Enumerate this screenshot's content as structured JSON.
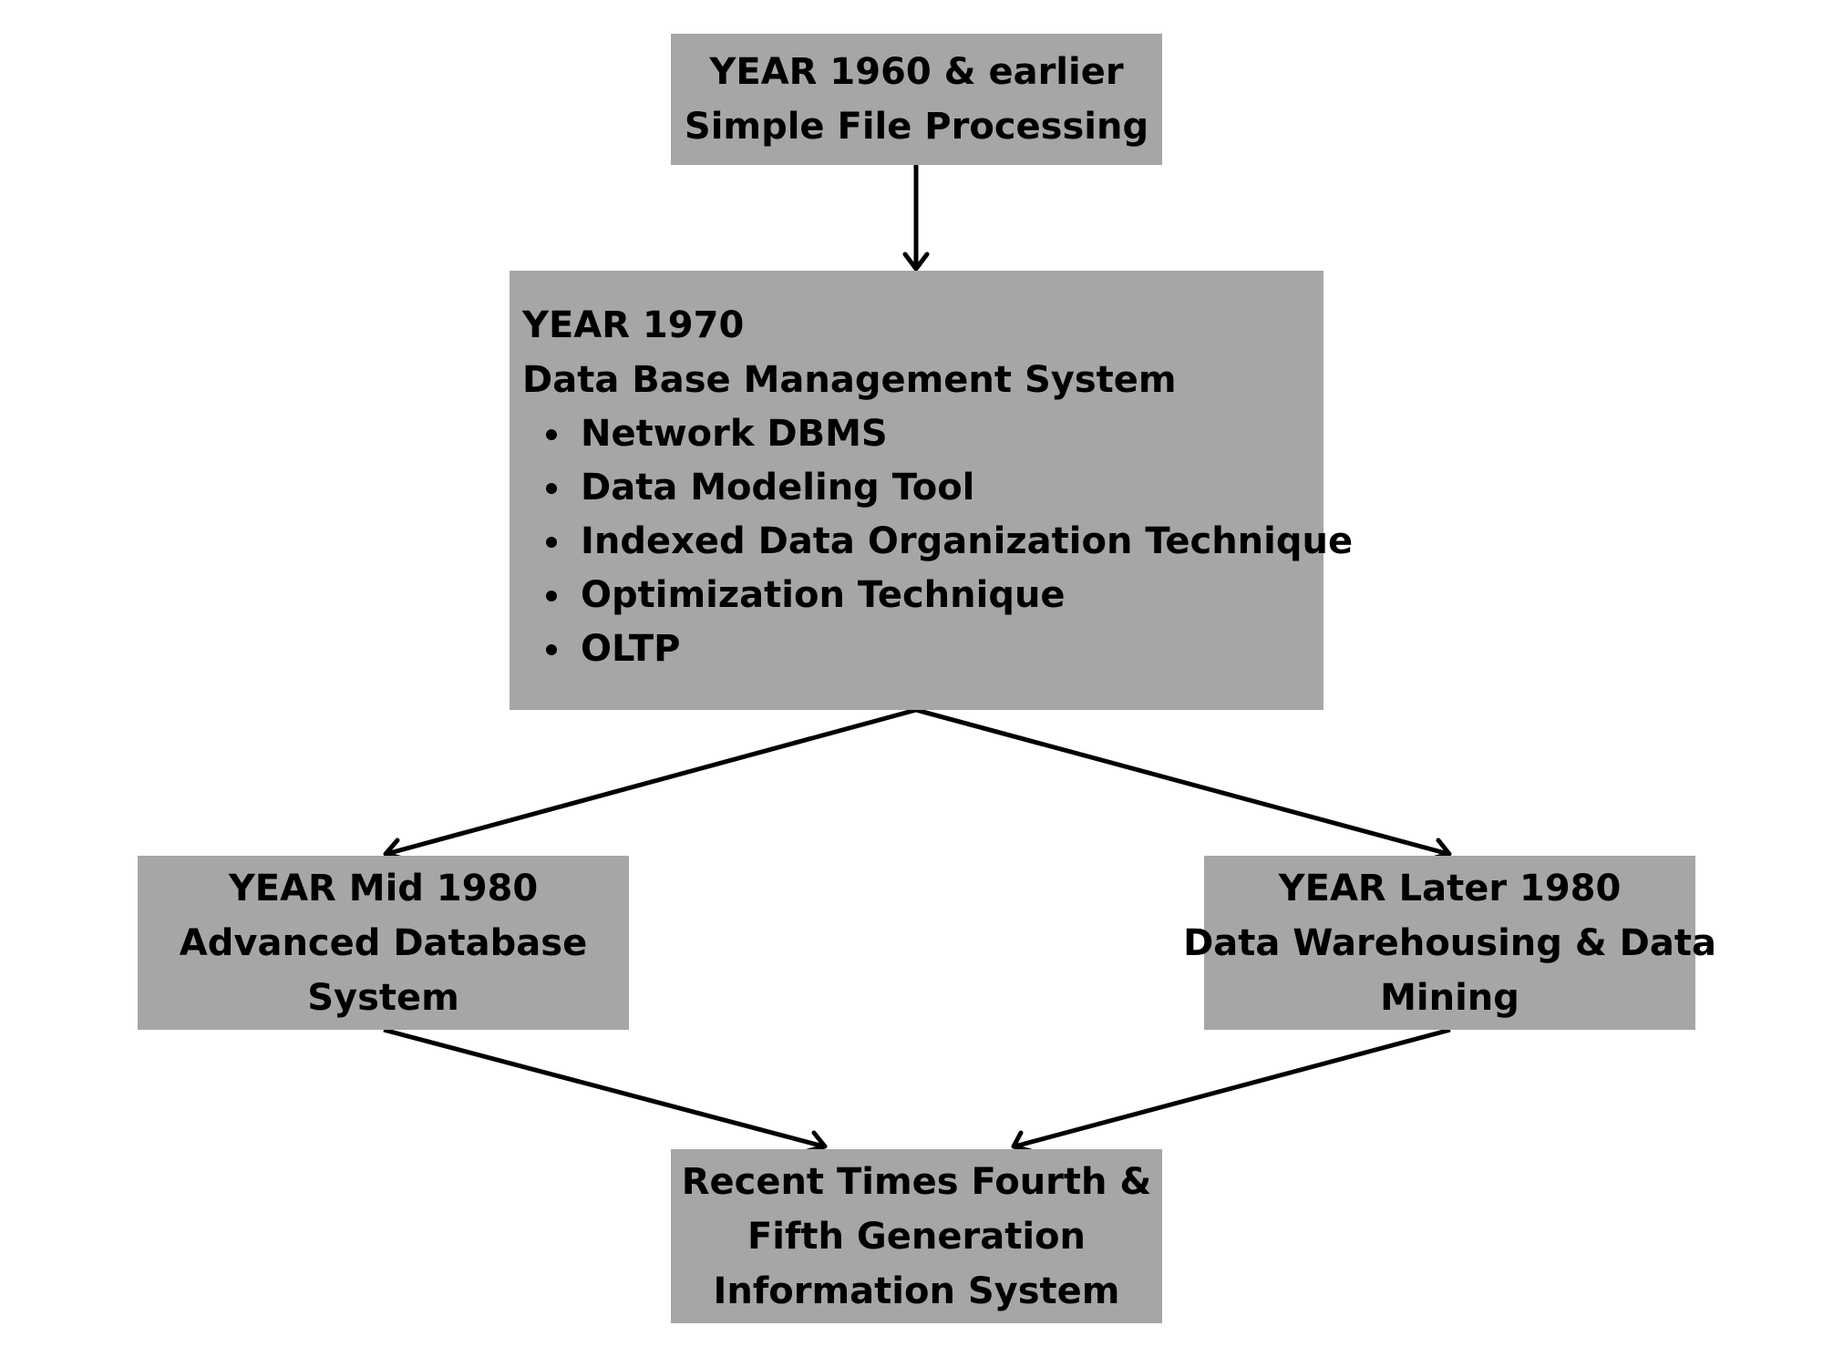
{
  "nodes": {
    "year_1960": {
      "lines": [
        "YEAR 1960 & earlier",
        "Simple File Processing"
      ]
    },
    "year_1970": {
      "title": "YEAR 1970",
      "subtitle": "Data Base Management System",
      "items": [
        "Network DBMS",
        "Data Modeling Tool",
        "Indexed Data Organization Technique",
        "Optimization Technique",
        "OLTP"
      ]
    },
    "year_mid_1980": {
      "lines": [
        "YEAR Mid 1980",
        "Advanced Database",
        "System"
      ]
    },
    "year_later_1980": {
      "lines": [
        "YEAR Later 1980",
        "Data Warehousing & Data",
        "Mining"
      ]
    },
    "recent_times": {
      "lines": [
        "Recent Times Fourth &",
        "Fifth Generation",
        "Information System"
      ]
    }
  },
  "colors": {
    "box_fill": "#a6a6a6",
    "arrow": "#000000",
    "background": "#ffffff"
  }
}
